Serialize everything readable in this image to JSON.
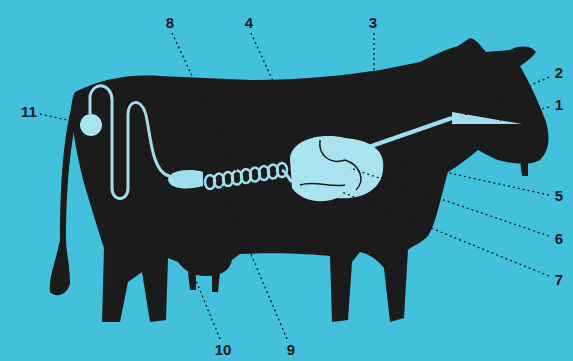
{
  "diagram": {
    "labels": [
      "8",
      "4",
      "3",
      "2",
      "11",
      "1",
      "5",
      "6",
      "7",
      "10",
      "9"
    ]
  }
}
